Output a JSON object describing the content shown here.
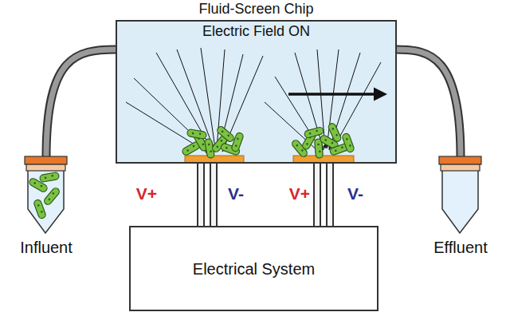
{
  "diagram": {
    "nodes": [
      {
        "text": [
          "Fluid-Screen Chip",
          "Electric Field ON"
        ]
      },
      {
        "text": [
          "Electrical System"
        ]
      }
    ],
    "edges": [
      {
        "from": 0,
        "to": 1,
        "arrow": "none"
      },
      {
        "from": 0,
        "to": 1,
        "arrow": "none"
      },
      {
        "from": 0,
        "to": 1,
        "arrow": "none"
      },
      {
        "from": 0,
        "to": 1,
        "arrow": "none"
      }
    ],
    "labels": [
      "Influent",
      "Effluent",
      "V+",
      "V-",
      "V+",
      "V-"
    ]
  }
}
